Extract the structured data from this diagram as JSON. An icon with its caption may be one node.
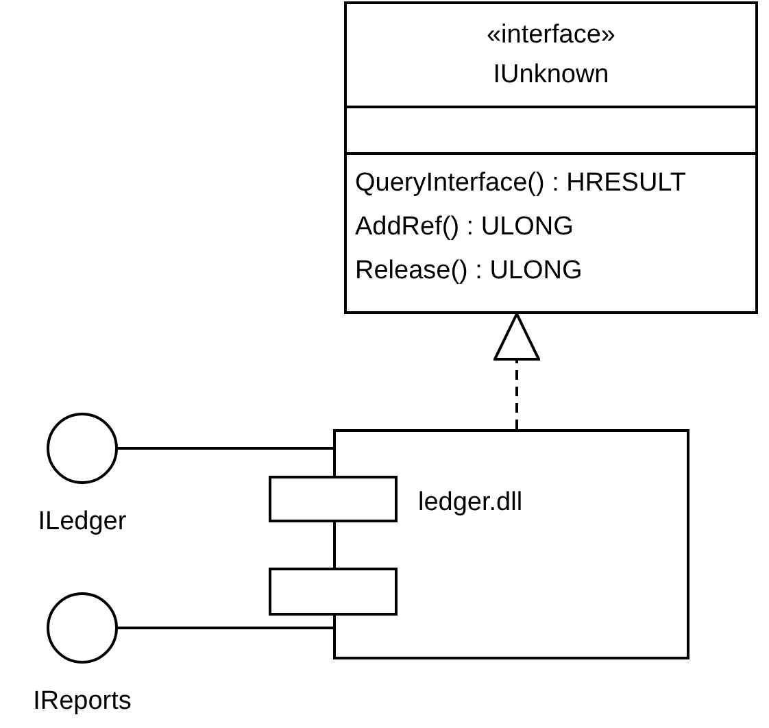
{
  "diagram": {
    "nodes": [
      {
        "text": [
          "«interface»",
          "IUnknown",
          "QueryInterface() : HRESULT",
          "AddRef() : ULONG",
          "Release() : ULONG"
        ]
      },
      {
        "text": [
          "ledger.dll"
        ]
      },
      {
        "text": [],
        "shape": "circle",
        "beside": [
          "ILedger"
        ]
      },
      {
        "text": [],
        "shape": "circle",
        "beside": [
          "IReports"
        ]
      }
    ],
    "edges": [
      {
        "from": 1,
        "to": 0,
        "arrow": "to",
        "style": "dashed"
      },
      {
        "from": 2,
        "to": 1,
        "arrow": "none"
      },
      {
        "from": 3,
        "to": 1,
        "arrow": "none"
      }
    ]
  }
}
